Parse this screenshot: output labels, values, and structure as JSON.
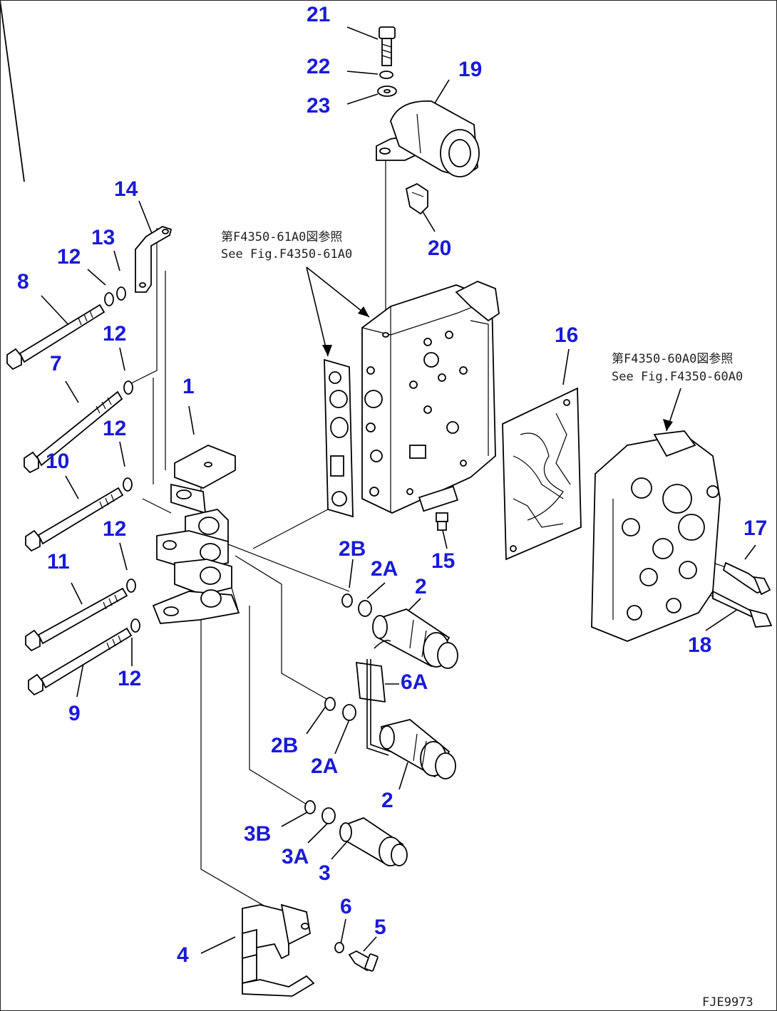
{
  "callouts": [
    {
      "id": "21",
      "text": "21"
    },
    {
      "id": "22",
      "text": "22"
    },
    {
      "id": "23",
      "text": "23"
    },
    {
      "id": "19",
      "text": "19"
    },
    {
      "id": "20",
      "text": "20"
    },
    {
      "id": "14",
      "text": "14"
    },
    {
      "id": "13",
      "text": "13"
    },
    {
      "id": "12a",
      "text": "12"
    },
    {
      "id": "8",
      "text": "8"
    },
    {
      "id": "12b",
      "text": "12"
    },
    {
      "id": "7",
      "text": "7"
    },
    {
      "id": "1",
      "text": "1"
    },
    {
      "id": "12c",
      "text": "12"
    },
    {
      "id": "10",
      "text": "10"
    },
    {
      "id": "12d",
      "text": "12"
    },
    {
      "id": "11",
      "text": "11"
    },
    {
      "id": "12e",
      "text": "12"
    },
    {
      "id": "9",
      "text": "9"
    },
    {
      "id": "16",
      "text": "16"
    },
    {
      "id": "15",
      "text": "15"
    },
    {
      "id": "17",
      "text": "17"
    },
    {
      "id": "18",
      "text": "18"
    },
    {
      "id": "2B1",
      "text": "2B"
    },
    {
      "id": "2A1",
      "text": "2A"
    },
    {
      "id": "2_1",
      "text": "2"
    },
    {
      "id": "6A",
      "text": "6A"
    },
    {
      "id": "2B2",
      "text": "2B"
    },
    {
      "id": "2A2",
      "text": "2A"
    },
    {
      "id": "2_2",
      "text": "2"
    },
    {
      "id": "3B",
      "text": "3B"
    },
    {
      "id": "3A",
      "text": "3A"
    },
    {
      "id": "3",
      "text": "3"
    },
    {
      "id": "6",
      "text": "6"
    },
    {
      "id": "5",
      "text": "5"
    },
    {
      "id": "4",
      "text": "4"
    }
  ],
  "notes": {
    "ref_61_jp": "第F4350-61A0図参照",
    "ref_61_en": "See Fig.F4350-61A0",
    "ref_60_jp": "第F4350-60A0図参照",
    "ref_60_en": "See Fig.F4350-60A0"
  },
  "drawing_code": "FJE9973"
}
